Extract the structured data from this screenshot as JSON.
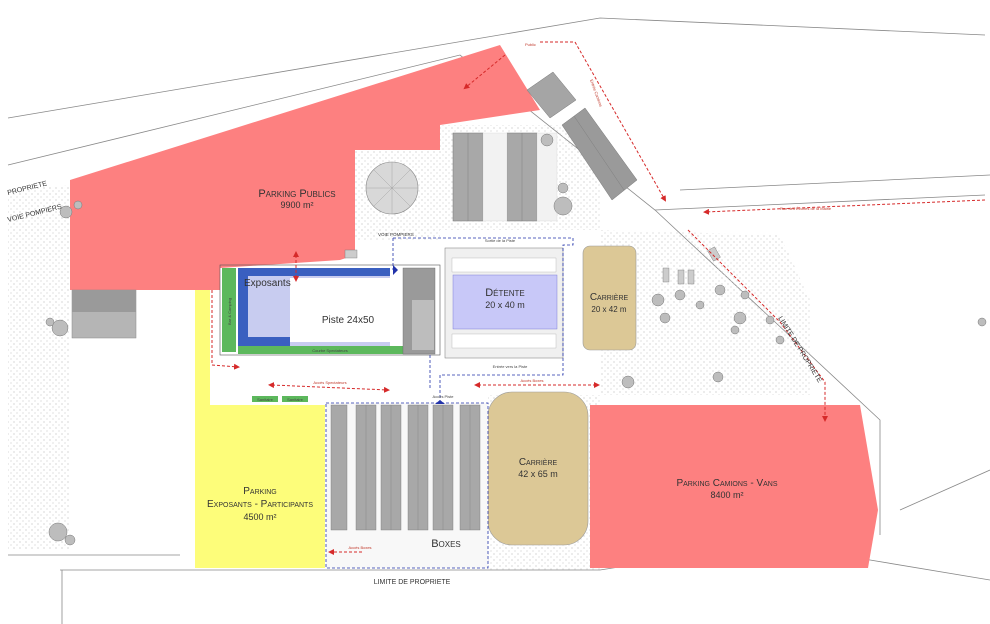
{
  "labels": {
    "parking_publics": "Parking Publics",
    "parking_publics_area": "9900 m²",
    "parking_exposants_l1": "Parking",
    "parking_exposants_l2": "Exposants - Participants",
    "parking_exposants_area": "4500 m²",
    "parking_camions": "Parking Camions - Vans",
    "parking_camions_area": "8400 m²",
    "exposants": "Exposants",
    "piste": "Piste 24x50",
    "detente": "Détente",
    "detente_dims": "20 x 40 m",
    "carriere_small": "Carrière",
    "carriere_small_dims": "20 x 42 m",
    "carriere_large": "Carrière",
    "carriere_large_dims": "42 x 65 m",
    "boxes": "Boxes",
    "limite_bottom": "LIMITE DE PROPRIETE",
    "limite_right": "LIMITE DE PROPRIETE",
    "propriete_left": "PROPRIETE",
    "voie_pompiers_left": "VOIE POMPIERS",
    "voie_pompiers_top": "VOIE POMPIERS",
    "courbe_spectateurs": "Courbe Spectateurs",
    "bar_camping": "Bar & Camping",
    "sanitaires_1": "Sanitaire",
    "sanitaires_2": "Sanitaire",
    "acces_spectateurs": "Accès Spectateurs",
    "acces_piste": "Accès Piste",
    "acces_boxes_top": "Accès Boxes",
    "acces_boxes_bottom": "Accès Boxes",
    "sortie_piste": "Sortie de la Piste",
    "entree_piste": "Entrée vers la Piste",
    "rue_label": "Rue des Écuries de la Mairie",
    "public_label": "Public",
    "entree_camions": "Entrée Camions"
  },
  "colors": {
    "parking_public": "#fd8080",
    "parking_exposants": "#fdfd7a",
    "arena_sand": "#dcc896",
    "detente": "#c8c8f8",
    "exposants_blue": "#3a5fc0",
    "exposants_fill": "#c8ccf0",
    "green": "#5cb85c",
    "building_grey": "#9a9a9a",
    "route_red": "#d62a2a",
    "route_blue": "#2233aa"
  }
}
